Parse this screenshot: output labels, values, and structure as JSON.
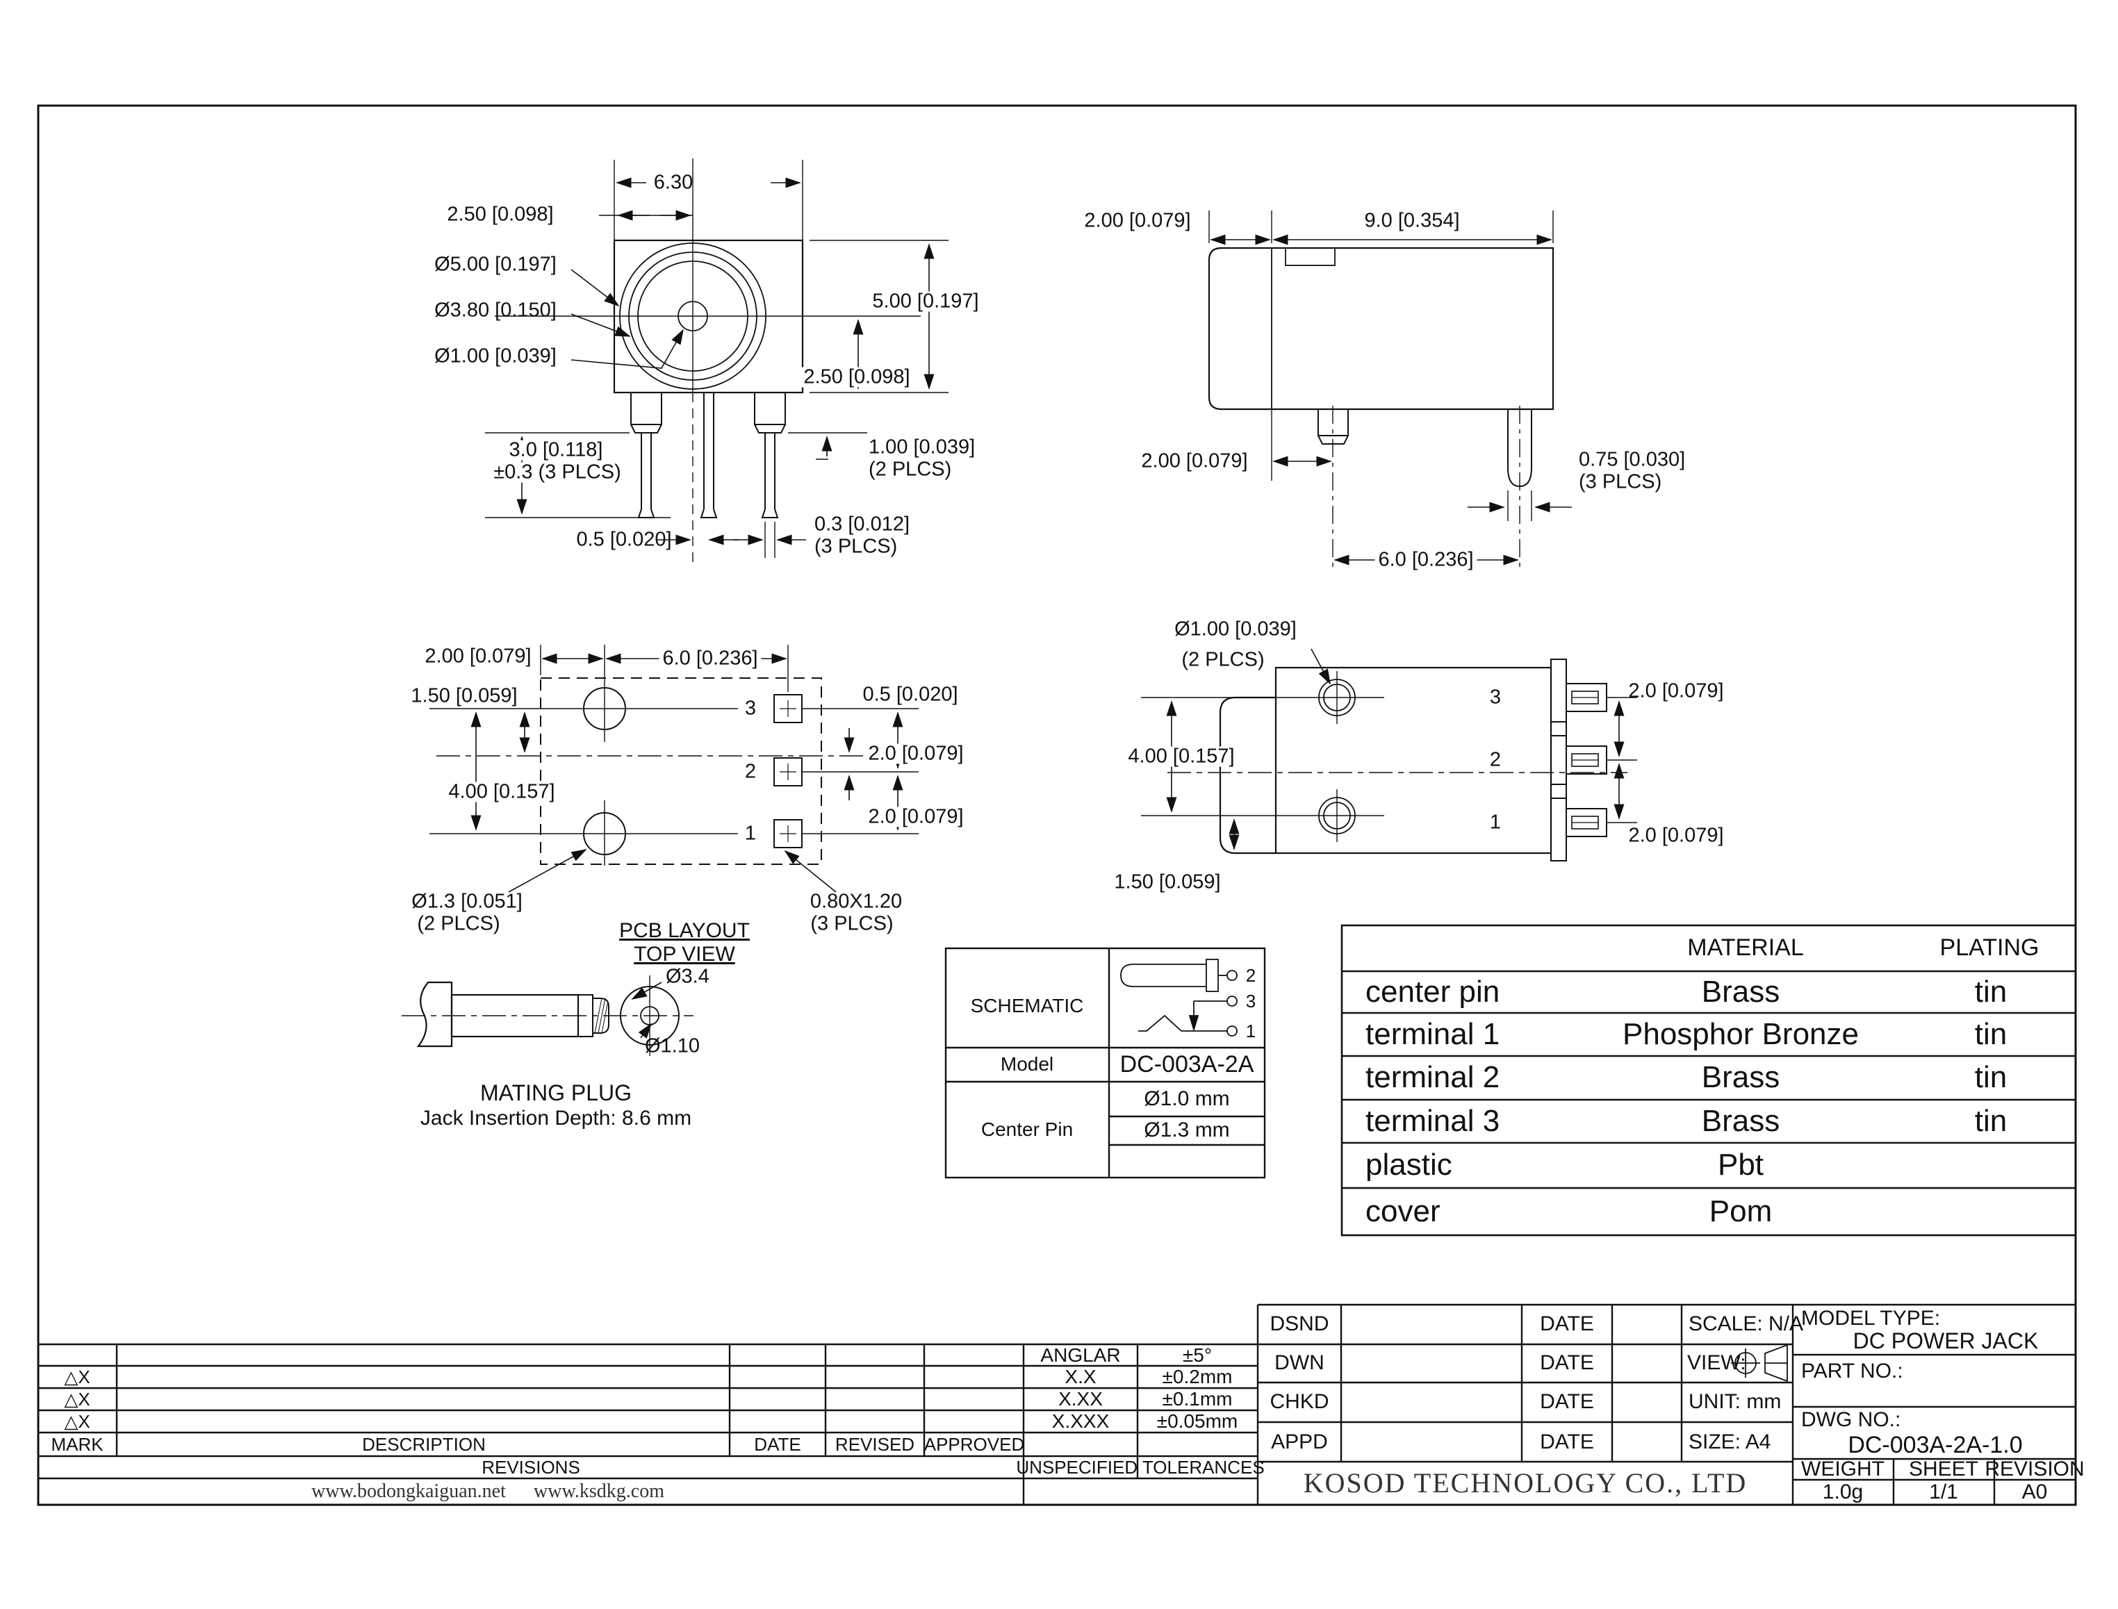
{
  "drawing": {
    "front_view": {
      "width": "6.30",
      "half_width": "2.50 [0.098]",
      "dia_outer": "Ø5.00 [0.197]",
      "dia_inner": "Ø3.80 [0.150]",
      "dia_center_pin": "Ø1.00 [0.039]",
      "height": "5.00 [0.197]",
      "half_height": "2.50 [0.098]",
      "pin_length": "3.0 [0.118]",
      "pin_length_tol": "±0.3 (3 PLCS)",
      "shoulder": "1.00 [0.039]",
      "shoulder_note": "(2 PLCS)",
      "center_offset": "0.5 [0.020]",
      "pin_thickness": "0.3 [0.012]",
      "pin_thickness_note": "(3 PLCS)"
    },
    "side_view": {
      "cover_width": "2.00 [0.079]",
      "body_width": "9.0 [0.354]",
      "pin_offset": "2.00 [0.079]",
      "pin_width": "0.75 [0.030]",
      "pin_width_note": "(3 PLCS)",
      "pin_pitch": "6.0 [0.236]"
    },
    "pcb_layout": {
      "hole_offset_x": "2.00 [0.079]",
      "pitch_x": "6.0 [0.236]",
      "hole_offset_y": "1.50 [0.059]",
      "hole_span": "4.00 [0.157]",
      "pad_offset": "0.5 [0.020]",
      "pad_pitch_upper": "2.0 [0.079]",
      "pad_pitch_lower": "2.0 [0.079]",
      "hole_note": "Ø1.3 [0.051]",
      "hole_note_2": "(2 PLCS)",
      "slot_note": "0.80X1.20",
      "slot_note_2": "(3 PLCS)",
      "pin3": "3",
      "pin2": "2",
      "pin1": "1",
      "caption_line1": "PCB LAYOUT",
      "caption_line2": "TOP VIEW"
    },
    "bottom_view": {
      "hole_note": "Ø1.00 [0.039]",
      "hole_note_2": "(2 PLCS)",
      "hole_span": "4.00 [0.157]",
      "edge_offset": "1.50 [0.059]",
      "pitch_upper": "2.0 [0.079]",
      "pitch_lower": "2.0 [0.079]",
      "pin3": "3",
      "pin2": "2",
      "pin1": "1"
    },
    "mating_plug": {
      "dia_sleeve": "Ø3.4",
      "dia_pin": "Ø1.10",
      "caption": "MATING PLUG",
      "note": "Jack Insertion Depth: 8.6 mm"
    }
  },
  "schematic_table": {
    "schematic_label": "SCHEMATIC",
    "pin2": "2",
    "pin3": "3",
    "pin1": "1",
    "model_label": "Model",
    "model_value": "DC-003A-2A",
    "center_pin_label": "Center Pin",
    "center_pin_dia1": "Ø1.0 mm",
    "center_pin_dia2": "Ø1.3 mm"
  },
  "material_table": {
    "material_header": "MATERIAL",
    "plating_header": "PLATING",
    "rows": [
      {
        "part": "center pin",
        "material": "Brass",
        "plating": "tin"
      },
      {
        "part": "terminal 1",
        "material": "Phosphor Bronze",
        "plating": "tin"
      },
      {
        "part": "terminal 2",
        "material": "Brass",
        "plating": "tin"
      },
      {
        "part": "terminal 3",
        "material": "Brass",
        "plating": "tin"
      },
      {
        "part": "plastic",
        "material": "Pbt",
        "plating": ""
      },
      {
        "part": "cover",
        "material": "Pom",
        "plating": ""
      }
    ]
  },
  "title_block": {
    "dsnd": "DSND",
    "dwn": "DWN",
    "chkd": "CHKD",
    "appd": "APPD",
    "date": "DATE",
    "scale": "SCALE: N/A",
    "view": "VIEW:",
    "unit": "UNIT: mm",
    "size": "SIZE: A4",
    "model_type_label": "MODEL TYPE:",
    "model_type_value": "DC POWER JACK",
    "part_no_label": "PART NO.:",
    "dwg_no_label": "DWG NO.:",
    "dwg_no_value": "DC-003A-2A-1.0",
    "weight_label": "WEIGHT",
    "sheet_label": "SHEET",
    "revision_label": "REVISION",
    "weight_value": "1.0g",
    "sheet_value": "1/1",
    "revision_value": "A0",
    "company": "KOSOD TECHNOLOGY CO., LTD"
  },
  "revisions_block": {
    "mark_header": "MARK",
    "description_header": "DESCRIPTION",
    "date_header": "DATE",
    "revised_header": "REVISED",
    "approved_header": "APPROVED",
    "title": "REVISIONS",
    "mark1": "△X",
    "mark2": "△X",
    "mark3": "△X",
    "website1": "www.bodongkaiguan.net",
    "website2": "www.ksdkg.com",
    "tolerance_title": "UNSPECIFIED TOLERANCES",
    "tol_anglar_label": "ANGLAR",
    "tol_anglar_value": "±5°",
    "tol_x_label": "X.X",
    "tol_x_value": "±0.2mm",
    "tol_xx_label": "X.XX",
    "tol_xx_value": "±0.1mm",
    "tol_xxx_label": "X.XXX",
    "tol_xxx_value": "±0.05mm"
  }
}
